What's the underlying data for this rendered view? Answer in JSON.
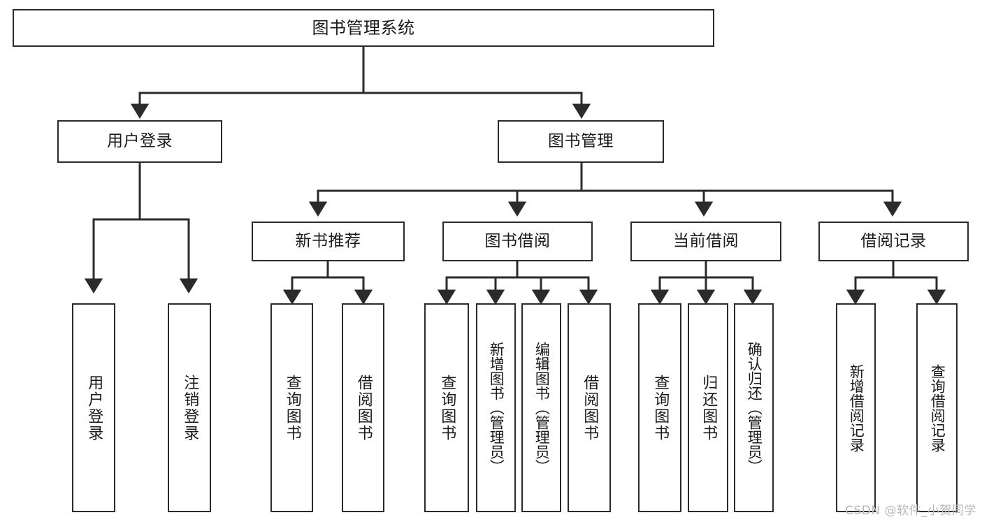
{
  "diagram": {
    "type": "tree",
    "title": "图书管理系统",
    "watermark": "CSDN @软件_小贺同学",
    "colors": {
      "box_stroke": "#2b2b2b",
      "box_fill": "#ffffff",
      "connector": "#2b2b2b",
      "text": "#1a1a1a",
      "watermark": "#b9b9b9"
    },
    "levels": {
      "root": "图书管理系统",
      "level2": [
        "用户登录",
        "图书管理"
      ],
      "level3": [
        "新书推荐",
        "图书借阅",
        "当前借阅",
        "借阅记录"
      ]
    },
    "nodes": {
      "root": {
        "label": "图书管理系统"
      },
      "user_login": {
        "label": "用户登录"
      },
      "book_manage": {
        "label": "图书管理"
      },
      "new_book_rec": {
        "label": "新书推荐"
      },
      "book_borrow": {
        "label": "图书借阅"
      },
      "current_borrow": {
        "label": "当前借阅"
      },
      "borrow_record": {
        "label": "借阅记录"
      },
      "leaf_user_login": {
        "label": "用户登录"
      },
      "leaf_logout": {
        "label": "注销登录"
      },
      "leaf_query_book_1": {
        "label": "查询图书"
      },
      "leaf_borrow_book_1": {
        "label": "借阅图书"
      },
      "leaf_query_book_2": {
        "label": "查询图书"
      },
      "leaf_add_book_admin": {
        "label": "新增图书（管理员）"
      },
      "leaf_edit_book_admin": {
        "label": "编辑图书（管理员）"
      },
      "leaf_borrow_book_2": {
        "label": "借阅图书"
      },
      "leaf_query_book_3": {
        "label": "查询图书"
      },
      "leaf_return_book": {
        "label": "归还图书"
      },
      "leaf_confirm_return_admin": {
        "label": "确认归还（管理员）"
      },
      "leaf_add_record": {
        "label": "新增借阅记录"
      },
      "leaf_query_record": {
        "label": "查询借阅记录"
      }
    },
    "edges": [
      {
        "from": "root",
        "to": "user_login"
      },
      {
        "from": "root",
        "to": "book_manage"
      },
      {
        "from": "user_login",
        "to": "leaf_user_login"
      },
      {
        "from": "user_login",
        "to": "leaf_logout"
      },
      {
        "from": "book_manage",
        "to": "new_book_rec"
      },
      {
        "from": "book_manage",
        "to": "book_borrow"
      },
      {
        "from": "book_manage",
        "to": "current_borrow"
      },
      {
        "from": "book_manage",
        "to": "borrow_record"
      },
      {
        "from": "new_book_rec",
        "to": "leaf_query_book_1"
      },
      {
        "from": "new_book_rec",
        "to": "leaf_borrow_book_1"
      },
      {
        "from": "book_borrow",
        "to": "leaf_query_book_2"
      },
      {
        "from": "book_borrow",
        "to": "leaf_add_book_admin"
      },
      {
        "from": "book_borrow",
        "to": "leaf_edit_book_admin"
      },
      {
        "from": "book_borrow",
        "to": "leaf_borrow_book_2"
      },
      {
        "from": "current_borrow",
        "to": "leaf_query_book_3"
      },
      {
        "from": "current_borrow",
        "to": "leaf_return_book"
      },
      {
        "from": "current_borrow",
        "to": "leaf_confirm_return_admin"
      },
      {
        "from": "borrow_record",
        "to": "leaf_add_record"
      },
      {
        "from": "borrow_record",
        "to": "leaf_query_record"
      }
    ]
  }
}
